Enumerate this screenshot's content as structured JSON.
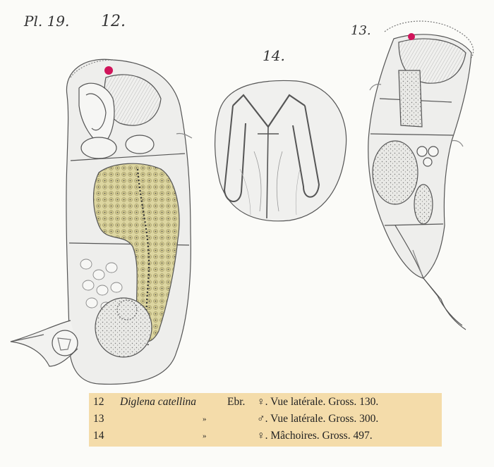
{
  "plate_label": "Pl. 19.",
  "figures": [
    {
      "number": "12."
    },
    {
      "number": "13."
    },
    {
      "number": "14."
    }
  ],
  "caption": {
    "rows": [
      {
        "num": "12",
        "species": "Diglena catellina",
        "author": "Ebr.",
        "ditto": "",
        "description": "♀. Vue latérale. Gross. 130."
      },
      {
        "num": "13",
        "species": "",
        "author": "",
        "ditto": "»",
        "description": "♂. Vue latérale. Gross. 300."
      },
      {
        "num": "14",
        "species": "",
        "author": "",
        "ditto": "»",
        "description": "♀. Mâchoires. Gross. 497."
      }
    ]
  },
  "colors": {
    "caption_background": "#f4dcaa",
    "eyespot": "#d0145a",
    "yolk": "#d8d29a"
  }
}
